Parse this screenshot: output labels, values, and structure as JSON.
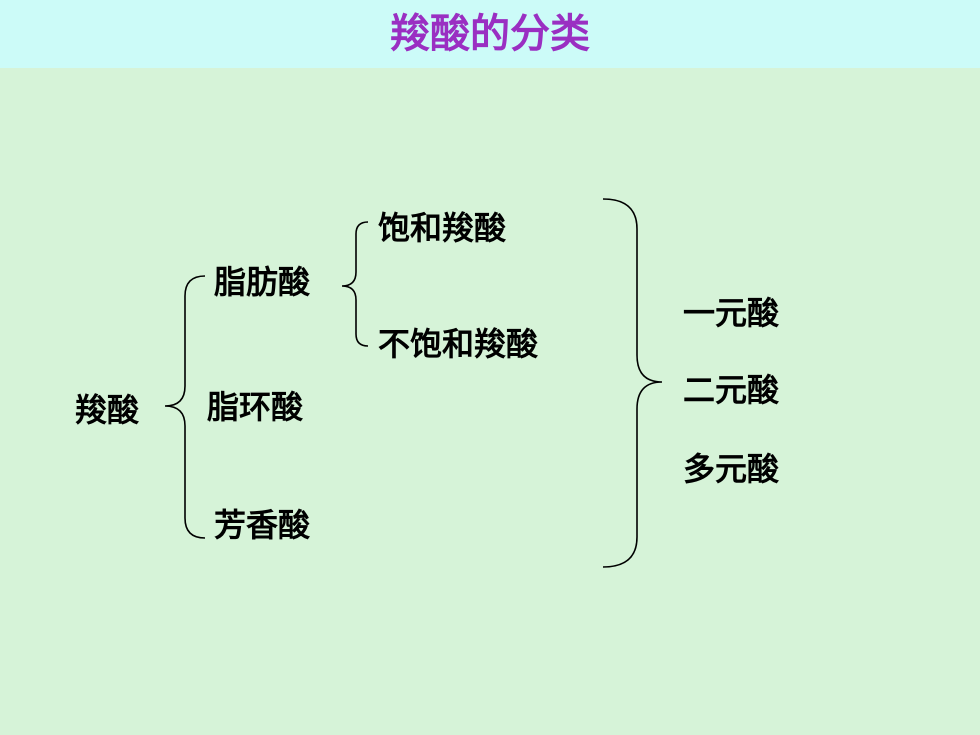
{
  "slide": {
    "title": "羧酸的分类"
  },
  "diagram": {
    "root": "羧酸",
    "by_hydrocarbon_group": [
      "脂肪酸",
      "脂环酸",
      "芳香酸"
    ],
    "fatty_acid_subtypes": [
      "饱和羧酸",
      "不饱和羧酸"
    ],
    "by_carboxyl_count": [
      "一元酸",
      "二元酸",
      "多元酸"
    ]
  },
  "colors": {
    "title_text": "#9a2fc2",
    "title_bar_background": "#ccfbf8",
    "slide_background": "#d6f3d8",
    "text": "#000000"
  }
}
